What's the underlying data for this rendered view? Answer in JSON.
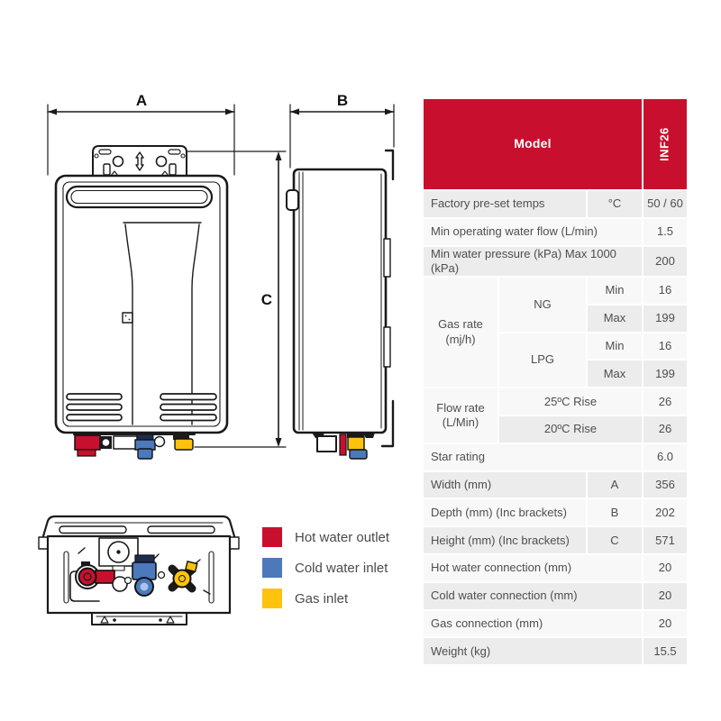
{
  "colors": {
    "brand_red": "#C8102E",
    "cold_blue": "#4B79BC",
    "gas_yellow": "#FFC20E",
    "row_gray": "#ECECEC",
    "row_light": "#F8F8F8"
  },
  "diagram": {
    "dim_a": "A",
    "dim_b": "B",
    "dim_c": "C"
  },
  "legend": {
    "items": [
      {
        "label": "Hot water outlet",
        "color": "#C8102E"
      },
      {
        "label": "Cold water inlet",
        "color": "#4B79BC"
      },
      {
        "label": "Gas inlet",
        "color": "#FFC20E"
      }
    ]
  },
  "table": {
    "model_label": "Model",
    "model_value": "INF26",
    "rows": {
      "factory": {
        "label": "Factory pre-set temps",
        "unit": "°C",
        "value": "50 / 60"
      },
      "min_flow": {
        "label": "Min operating water flow (L/min)",
        "value": "1.5"
      },
      "min_pressure": {
        "label": "Min water pressure (kPa) Max 1000 (kPa)",
        "value": "200"
      },
      "gas_rate": {
        "label": "Gas rate (mj/h)",
        "ng_label": "NG",
        "lpg_label": "LPG",
        "min_label": "Min",
        "max_label": "Max",
        "ng_min": "16",
        "ng_max": "199",
        "lpg_min": "16",
        "lpg_max": "199"
      },
      "flow_rate": {
        "label": "Flow rate (L/Min)",
        "rise25_label": "25ºC Rise",
        "rise25_value": "26",
        "rise20_label": "20ºC Rise",
        "rise20_value": "26"
      },
      "star": {
        "label": "Star rating",
        "value": "6.0"
      },
      "width": {
        "label": "Width (mm)",
        "unit": "A",
        "value": "356"
      },
      "depth": {
        "label": "Depth (mm) (Inc brackets)",
        "unit": "B",
        "value": "202"
      },
      "height": {
        "label": "Height (mm) (Inc brackets)",
        "unit": "C",
        "value": "571"
      },
      "hot": {
        "label": "Hot water connection (mm)",
        "value": "20"
      },
      "cold": {
        "label": "Cold water connection (mm)",
        "value": "20"
      },
      "gas": {
        "label": "Gas connection (mm)",
        "value": "20"
      },
      "weight": {
        "label": "Weight (kg)",
        "value": "15.5"
      }
    }
  }
}
